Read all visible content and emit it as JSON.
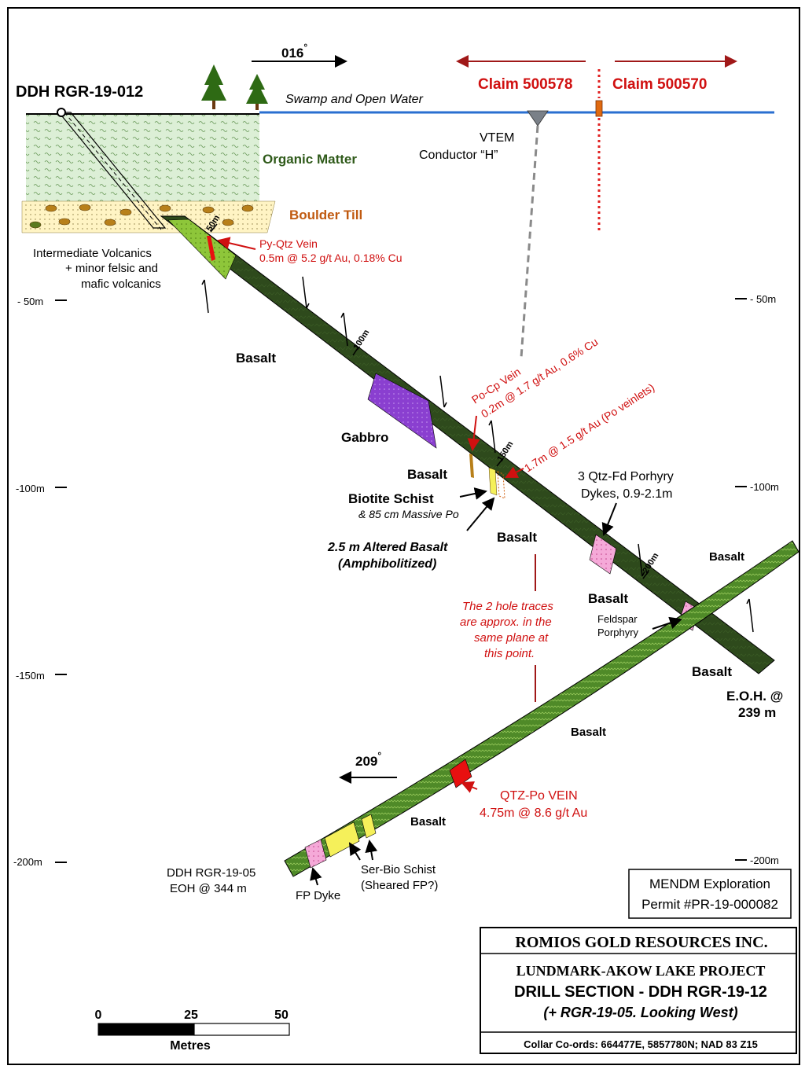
{
  "colors": {
    "basalt": "#2e4a1c",
    "rgr05": "#4f8a28",
    "intermediate": "#8ec63a",
    "gabbro": "#8a3fd0",
    "porphyry": "#f5a9d8",
    "qtzvein": "#e81010",
    "schist": "#f5f05a",
    "swamp": "#2a6fd0",
    "claim_line": "#e02020",
    "red_text": "#d01010",
    "organic": "#dcefd6",
    "till": "#fff4c4",
    "till_label": "#c05a10",
    "organic_label": "#2f5a1a"
  },
  "header": {
    "hole_name": "DDH RGR-19-012",
    "azimuth_top": "016",
    "degree": "°",
    "claim_left": "Claim 500578",
    "claim_right": "Claim 500570",
    "swamp": "Swamp and Open Water",
    "vtem_line1": "VTEM",
    "vtem_line2": "Conductor “H”"
  },
  "units": {
    "organic": "Organic Matter",
    "till": "Boulder Till"
  },
  "depth_labels": {
    "left": [
      "- 50m",
      "-100m",
      "-150m",
      "-200m"
    ],
    "right": [
      "- 50m",
      "-100m",
      "-200m"
    ]
  },
  "hole_marks": {
    "m50": "50m",
    "m100": "100m",
    "m150": "150m",
    "m200": "200m"
  },
  "lithology": {
    "intermediate_1": "Intermediate Volcanics",
    "intermediate_2": "+ minor felsic and",
    "intermediate_3": "mafic volcanics",
    "basalt": "Basalt",
    "gabbro": "Gabbro",
    "biotite_1": "Biotite Schist",
    "biotite_2": "& 85 cm Massive Po",
    "altered_1": "2.5 m Altered Basalt",
    "altered_2": "(Amphibolitized)",
    "dykes_1": "3 Qtz-Fd Porhyry",
    "dykes_2": "Dykes, 0.9-2.1m",
    "feldspar_1": "Feldspar",
    "feldspar_2": "Porphyry",
    "eoh_1": "E.O.H. @",
    "eoh_2": "239 m"
  },
  "assays": {
    "pyqtz_1": "Py-Qtz Vein",
    "pyqtz_2": "0.5m @ 5.2 g/t Au, 0.18% Cu",
    "pocp_1": "Po-Cp Vein",
    "pocp_2": "0.2m @ 1.7 g/t Au, 0.6% Cu",
    "po_veinlets": "1.7m @ 1.5 g/t Au (Po veinlets)",
    "qtzpo_1": "QTZ-Po VEIN",
    "qtzpo_2": "4.75m @ 8.6 g/t Au"
  },
  "note": {
    "line1": "The 2 hole traces",
    "line2": "are approx. in the",
    "line3": "same plane at",
    "line4": "this point."
  },
  "rgr05": {
    "azimuth": "209",
    "name_1": "DDH RGR-19-05",
    "name_2": "EOH @ 344 m",
    "fp_dyke": "FP Dyke",
    "serbio_1": "Ser-Bio Schist",
    "serbio_2": "(Sheared FP?)"
  },
  "permit": {
    "line1": "MENDM Exploration",
    "line2": "Permit #PR-19-000082"
  },
  "title_block": {
    "company": "ROMIOS GOLD RESOURCES INC.",
    "project": "LUNDMARK-AKOW LAKE PROJECT",
    "section": "DRILL SECTION - DDH RGR-19-12",
    "sub": "(+ RGR-19-05. Looking West)",
    "collar": "Collar Co-ords: 664477E, 5857780N; NAD 83 Z15"
  },
  "scale": {
    "t0": "0",
    "t25": "25",
    "t50": "50",
    "unit": "Metres"
  }
}
